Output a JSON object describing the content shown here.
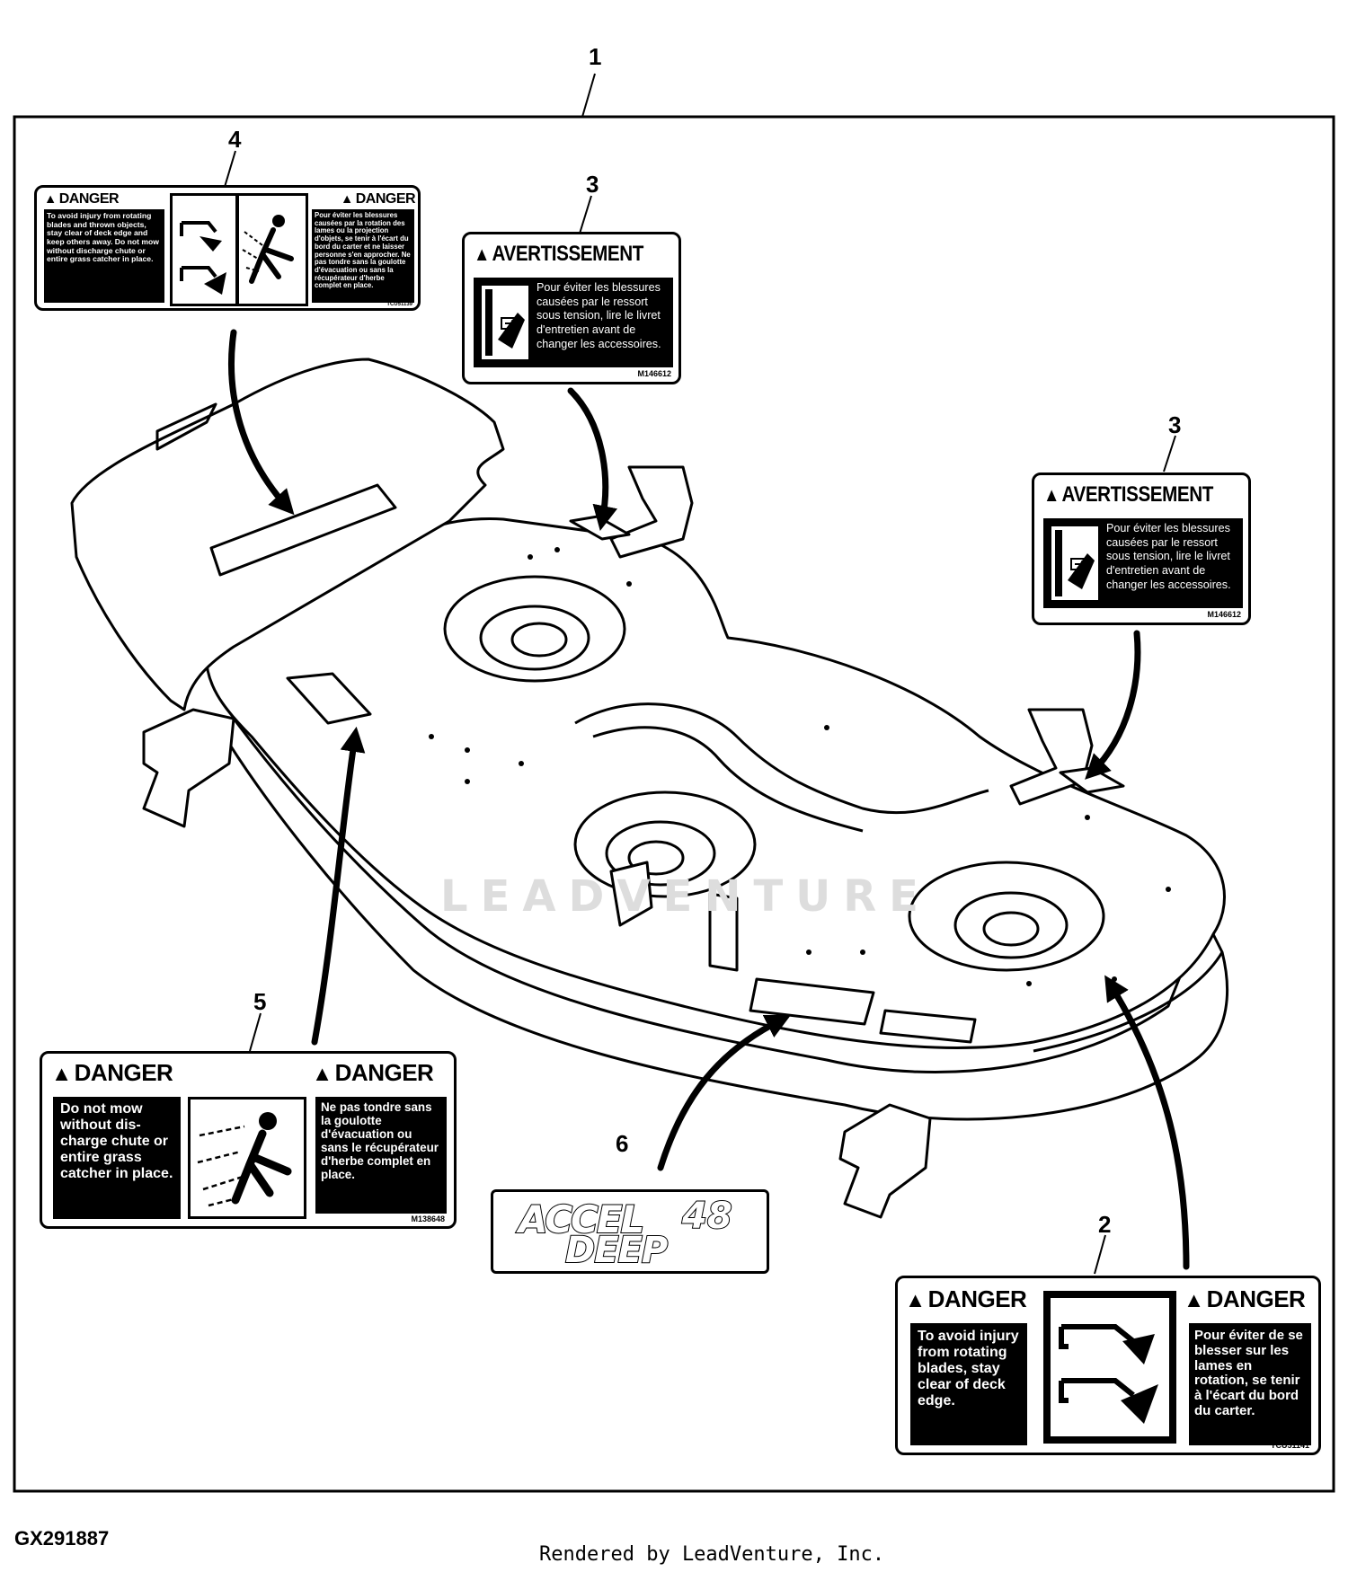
{
  "figure_code": "GX291887",
  "credit": "Rendered by LeadVenture, Inc.",
  "watermark": "LEADVENTURE",
  "callouts": {
    "c1": "1",
    "c2": "2",
    "c3a": "3",
    "c3b": "3",
    "c4": "4",
    "c5": "5",
    "c6": "6"
  },
  "decal4": {
    "left_header": "DANGER",
    "right_header": "DANGER",
    "left_text": "To avoid injury from rotating blades and thrown objects, stay clear of deck edge and keep others away. Do not mow without discharge chute or entire grass catcher in place.",
    "right_text": "Pour éviter les blessures causées par la rotation des lames ou la projection d'objets, se tenir à l'écart du bord du carter et ne laisser personne s'en approcher. Ne pas tondre sans la goulotte d'évacuation ou sans la récupérateur d'herbe complet en place.",
    "code": "TCU51139"
  },
  "decal3a": {
    "header": "AVERTISSEMENT",
    "text": "Pour éviter les blessures causées par le ressort sous tension, lire le livret d'entretien avant de changer les accessoires.",
    "code": "M146612"
  },
  "decal3b": {
    "header": "AVERTISSEMENT",
    "text": "Pour éviter les blessures causées par le ressort sous tension, lire le livret d'entretien avant de changer les accessoires.",
    "code": "M146612"
  },
  "decal5": {
    "left_header": "DANGER",
    "right_header": "DANGER",
    "left_text": "Do not mow without dis- charge chute or entire grass catcher in place.",
    "right_text": "Ne pas tondre sans la goulotte d'évacuation ou sans le récupérateur d'herbe complet en place.",
    "code": "M138648"
  },
  "decal6": {
    "line1": "ACCEL",
    "num": "48",
    "line2": "DEEP"
  },
  "decal2": {
    "left_header": "DANGER",
    "right_header": "DANGER",
    "left_text": "To avoid injury from rotating blades, stay clear of deck edge.",
    "right_text": "Pour éviter de se blesser sur les lames en rotation, se tenir à l'écart du bord du carter.",
    "code": "TCU51141"
  }
}
